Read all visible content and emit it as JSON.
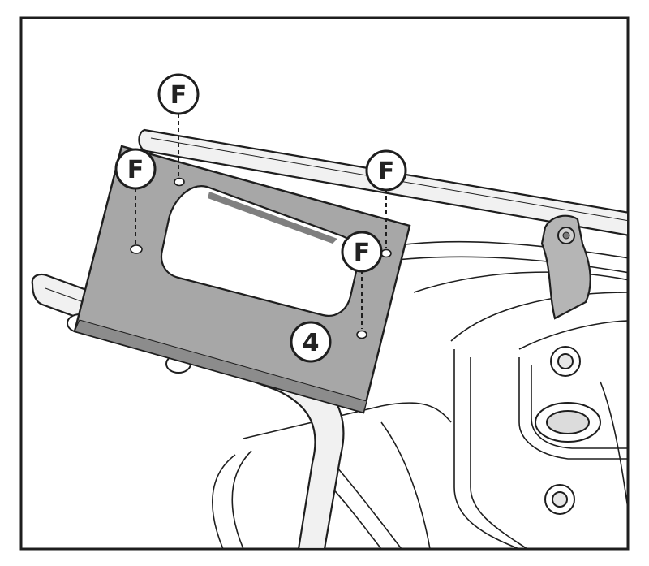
{
  "diagram": {
    "callouts": {
      "fastener_top": "F",
      "fastener_left": "F",
      "fastener_right": "F",
      "fastener_right_lower": "F",
      "part_number": "4"
    },
    "colors": {
      "outline": "#1e1e1e",
      "plate_fill": "#a7a7a7",
      "rack_fill": "#f1f1f1",
      "bracket_fill": "#b5b5b5",
      "background": "#ffffff"
    }
  }
}
